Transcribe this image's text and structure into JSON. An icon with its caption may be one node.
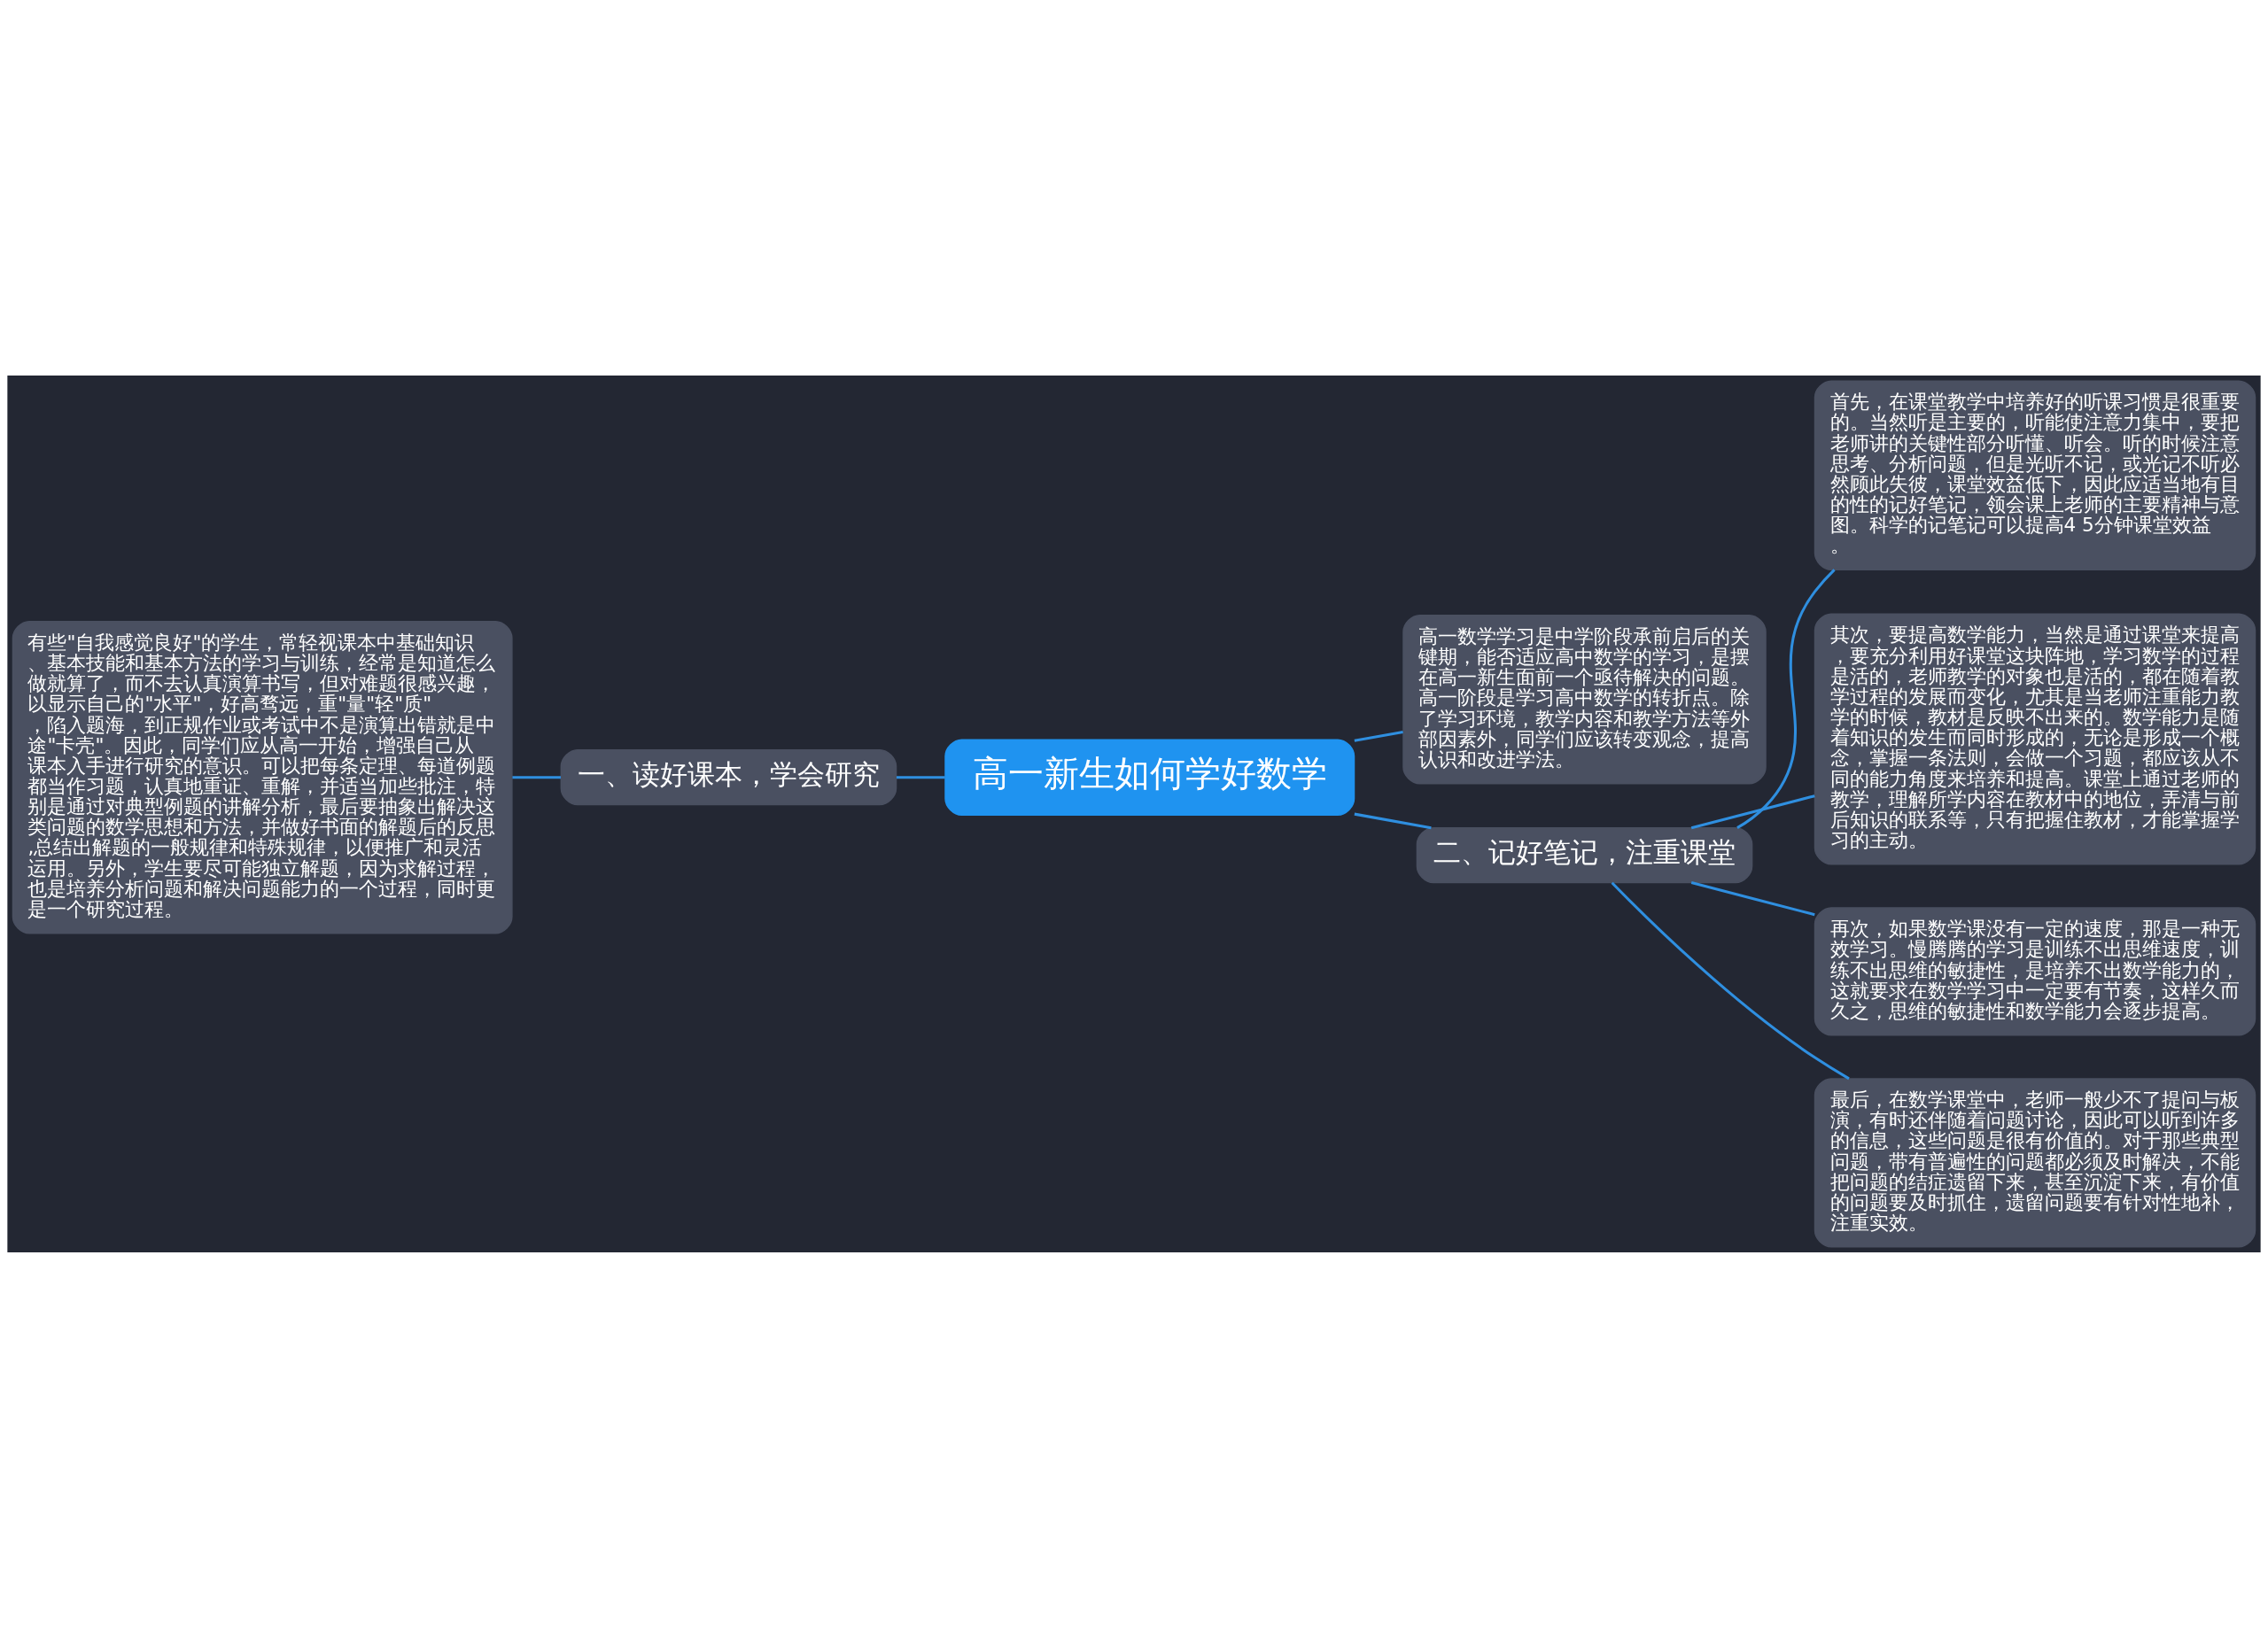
{
  "diagram": {
    "nodes": [
      {
        "text": [
          "高一新生如何学好数学"
        ]
      },
      {
        "text": [
          "一、读好课本，学会研究"
        ]
      },
      {
        "text": [
          "有些\"自我感觉良好\"的学生，常轻视课本中基础知识、基本技能和基本方法的学习与训练，经常是知道怎么做就算了，而不去认真演算书写，但对难题很感兴趣，以显示自己的\"水平\"，好高骛远，重\"量\"轻\"质\"，陷入题海，到正规作业或考试中不是演算出错就是中途\"卡壳\"。因此，同学们应从高一开始，增强自己从课本入手进行研究的意识。可以把每条定理、每道例题都当作习题，认真地重证、重解，并适当加些批注，特别是通过对典型例题的讲解分析，最后要抽象出解决这类问题的数学思想和方法，并做好书面的解题后的反思,总结出解题的一般规律和特殊规律，以便推广和灵活运用。另外，学生要尽可能独立解题，因为求解过程，也是培养分析问题和解决问题能力的一个过程，同时更是一个研究过程。"
        ]
      },
      {
        "text": [
          "高一数学学习是中学阶段承前启后的关键期，能否适应高中数学的学习，是摆在高一新生面前一个亟待解决的问题。高一阶段是学习高中数学的转折点。除了学习环境，教学内容和教学方法等外部因素外，同学们应该转变观念，提高认识和改进学法。"
        ]
      },
      {
        "text": [
          "二、记好笔记，注重课堂"
        ]
      },
      {
        "text": [
          "首先，在课堂教学中培养好的听课习惯是很重要的。当然听是主要的，听能使注意力集中，要把老师讲的关键性部分听懂、听会。听的时候注意思考、分析问题，但是光听不记，或光记不听必然顾此失彼，课堂效益低下，因此应适当地有目的性的记好笔记，领会课上老师的主要精神与意图。科学的记笔记可以提高4 5分钟课堂效益。"
        ]
      },
      {
        "text": [
          "其次，要提高数学能力，当然是通过课堂来提高，要充分利用好课堂这块阵地，学习数学的过程是活的，老师教学的对象也是活的，都在随着教学过程的发展而变化，尤其是当老师注重能力教学的时候，教材是反映不出来的。数学能力是随着知识的发生而同时形成的，无论是形成一个概念，掌握一条法则，会做一个习题，都应该从不同的能力角度来培养和提高。课堂上通过老师的教学，理解所学内容在教材中的地位，弄清与前后知识的联系等，只有把握住教材，才能掌握学习的主动。"
        ]
      },
      {
        "text": [
          "再次，如果数学课没有一定的速度，那是一种无效学习。慢腾腾的学习是训练不出思维速度，训练不出思维的敏捷性，是培养不出数学能力的，这就要求在数学学习中一定要有节奏，这样久而久之，思维的敏捷性和数学能力会逐步提高。"
        ]
      },
      {
        "text": [
          "最后，在数学课堂中，老师一般少不了提问与板演，有时还伴随着问题讨论，因此可以听到许多的信息，这些问题是很有价值的。对于那些典型问题，带有普遍性的问题都必须及时解决，不能把问题的结症遗留下来，甚至沉淀下来，有价值的问题要及时抓住，遗留问题要有针对性地补，注重实效。"
        ]
      }
    ],
    "edges": [
      {
        "from": 0,
        "to": 1,
        "arrow": "none"
      },
      {
        "from": 1,
        "to": 2,
        "arrow": "none"
      },
      {
        "from": 0,
        "to": 3,
        "arrow": "none"
      },
      {
        "from": 0,
        "to": 4,
        "arrow": "none"
      },
      {
        "from": 4,
        "to": 5,
        "arrow": "none"
      },
      {
        "from": 4,
        "to": 6,
        "arrow": "none"
      },
      {
        "from": 4,
        "to": 7,
        "arrow": "none"
      },
      {
        "from": 4,
        "to": 8,
        "arrow": "none"
      }
    ]
  }
}
